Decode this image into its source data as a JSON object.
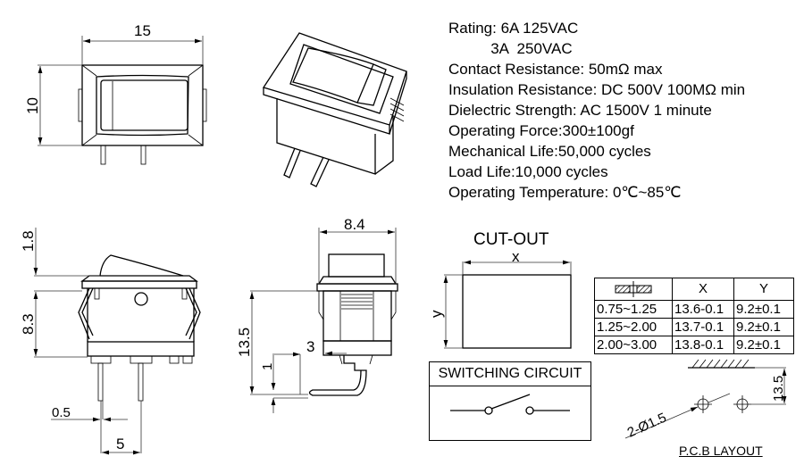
{
  "specifications": [
    {
      "label": "Rating:",
      "value": "6A 125VAC"
    },
    {
      "label": "",
      "value": "3A  250VAC"
    },
    {
      "label": "Contact Resistance:",
      "value": "50mΩ max"
    },
    {
      "label": "Insulation Resistance:",
      "value": "DC 500V 100MΩ min"
    },
    {
      "label": "Dielectric Strength:",
      "value": "AC 1500V 1 minute"
    },
    {
      "label": "Operating Force:",
      "value": "300±100gf"
    },
    {
      "label": "Mechanical Life:",
      "value": "50,000 cycles"
    },
    {
      "label": "Load Life:",
      "value": "10,000 cycles"
    },
    {
      "label": "Operating Temperature:",
      "value": "0℃~85℃"
    }
  ],
  "spec_lines": [
    "Rating: 6A 125VAC",
    "          3A  250VAC",
    "Contact Resistance: 50mΩ max",
    "Insulation Resistance: DC 500V 100MΩ min",
    "Dielectric Strength: AC 1500V 1 minute",
    "Operating Force:300±100gf",
    "Mechanical Life:50,000 cycles",
    "Load Life:10,000 cycles",
    "Operating Temperature: 0℃~85℃"
  ],
  "front_view": {
    "width_dim": "15",
    "height_dim": "10"
  },
  "side_view": {
    "rocker_dim": "1.8",
    "body_dim": "8.3",
    "pin_thickness_dim": "0.5",
    "pin_pitch_dim": "5"
  },
  "end_view": {
    "width_dim": "8.4",
    "height_dim": "13.5",
    "pin_offset_dim": "3",
    "pin_bend_dim": "1"
  },
  "cutout": {
    "title": "CUT-OUT",
    "x_label": "x",
    "y_label": "y",
    "table": {
      "headers": [
        "panel-thickness-icon",
        "X",
        "Y"
      ],
      "rows": [
        [
          "0.75~1.25",
          "13.6-0.1",
          "9.2±0.1"
        ],
        [
          "1.25~2.00",
          "13.7-0.1",
          "9.2±0.1"
        ],
        [
          "2.00~3.00",
          "13.8-0.1",
          "9.2±0.1"
        ]
      ]
    }
  },
  "switching_circuit": {
    "title": "SWITCHING CIRCUIT"
  },
  "pcb_layout": {
    "title": "P.C.B LAYOUT",
    "hole_dim": "2-Ø1.5",
    "offset_dim": "13.5"
  }
}
